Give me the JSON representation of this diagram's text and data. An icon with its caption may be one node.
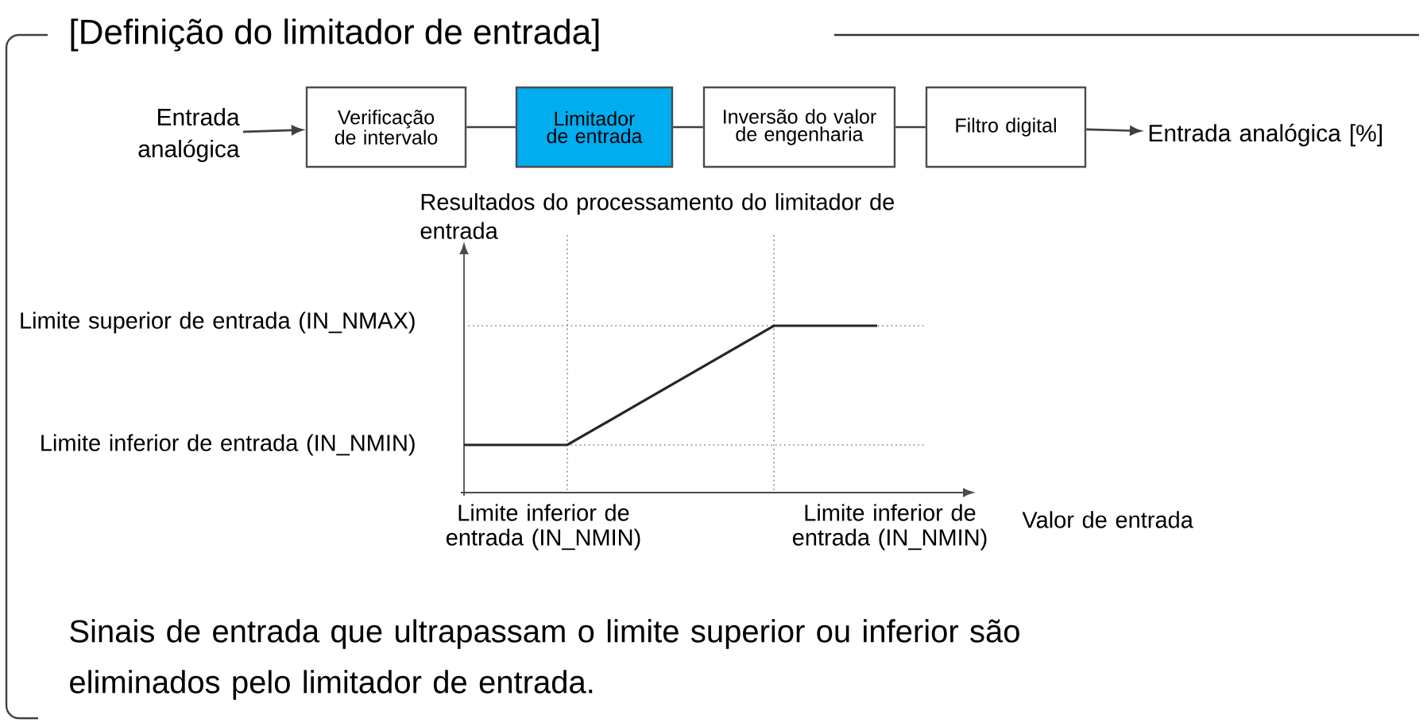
{
  "diagram": {
    "title": "[Definição do limitador de entrada]",
    "nodes": [
      {
        "text": [
          "Entrada analógica"
        ]
      },
      {
        "text": [
          "Verificação de intervalo"
        ]
      },
      {
        "text": [
          "Limitador de entrada"
        ]
      },
      {
        "text": [
          "Inversão do valor de engenharia"
        ]
      },
      {
        "text": [
          "Filtro digital"
        ]
      },
      {
        "text": [
          "Entrada analógica [%]"
        ]
      }
    ],
    "edges": [
      {
        "from": 0,
        "to": 1,
        "arrow": "to"
      },
      {
        "from": 1,
        "to": 2,
        "arrow": "none"
      },
      {
        "from": 2,
        "to": 3,
        "arrow": "none"
      },
      {
        "from": 3,
        "to": 4,
        "arrow": "none"
      },
      {
        "from": 4,
        "to": 5,
        "arrow": "to"
      }
    ],
    "labels": [
      "Resultados do processamento do limitador de entrada",
      "Limite superior de entrada (IN_NMAX)",
      "Limite inferior de entrada (IN_NMIN)",
      "Valor de entrada",
      "Limite inferior de entrada (IN_NMIN)",
      "Limite inferior de entrada (IN_NMIN)",
      "Sinais de entrada que ultrapassam o limite superior ou inferior são eliminados pelo limitador de entrada."
    ]
  }
}
